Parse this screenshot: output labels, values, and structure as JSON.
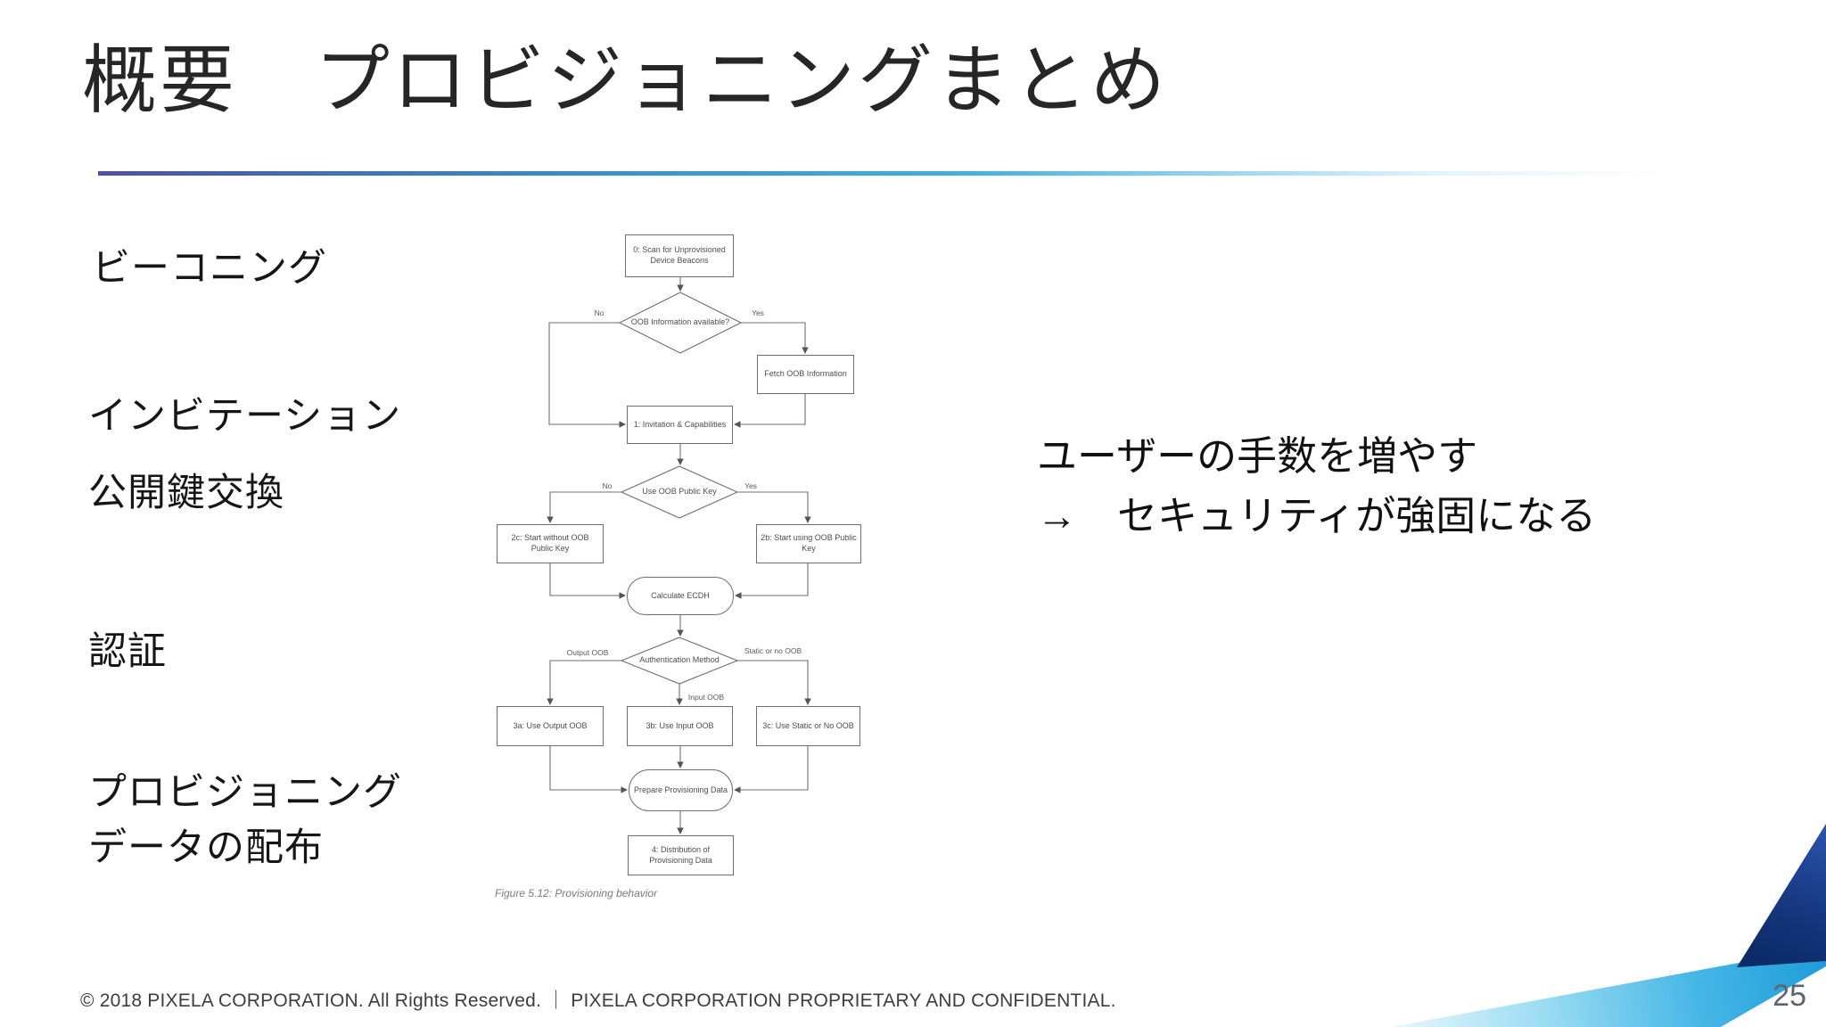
{
  "slide": {
    "title": "概要　プロビジョニングまとめ",
    "footer": "© 2018 PIXELA CORPORATION. All Rights Reserved. ｜ PIXELA CORPORATION PROPRIETARY AND CONFIDENTIAL.",
    "page_number": "25",
    "accent_colors": {
      "rule_gradient_left": "#54509f",
      "rule_gradient_mid": "#3a8cc6",
      "rule_gradient_right": "#9bd6ee",
      "corner_navy": "#12357f",
      "corner_light_blue": "#29a8df"
    }
  },
  "stages": {
    "beaconing": "ビーコニング",
    "invitation": "インビテーション",
    "public_key_exchange": "公開鍵交換",
    "authentication": "認証",
    "provisioning_line1": "プロビジョニング",
    "provisioning_line2": "データの配布"
  },
  "note": {
    "line1": "ユーザーの手数を増やす",
    "line2": "→　セキュリティが強固になる"
  },
  "flowchart": {
    "nodes": {
      "scan": "0: Scan for Unprovisioned Device Beacons",
      "oob_available": "OOB Information available?",
      "fetch_oob": "Fetch OOB Information",
      "invitation": "1: Invitation & Capabilities",
      "use_oob_pk": "Use OOB Public Key",
      "start_without": "2c: Start without OOB Public Key",
      "start_using": "2b: Start using OOB Public Key",
      "calc_ecdh": "Calculate ECDH",
      "auth_method": "Authentication Method",
      "use_output": "3a: Use Output OOB",
      "use_input": "3b: Use Input OOB",
      "use_static": "3c: Use Static or No OOB",
      "prepare": "Prepare Provisioning Data",
      "distribution": "4: Distribution of Provisioning Data"
    },
    "edge_labels": {
      "no1": "No",
      "yes1": "Yes",
      "no2": "No",
      "yes2": "Yes",
      "output_oob": "Output OOB",
      "static_or_no_oob": "Static or no OOB",
      "input_oob": "Input OOB"
    },
    "caption": "Figure 5.12: Provisioning behavior"
  }
}
